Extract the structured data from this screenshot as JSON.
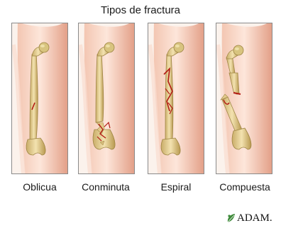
{
  "title": "Tipos de fractura",
  "fracture_types": [
    {
      "label": "Oblicua"
    },
    {
      "label": "Conminuta"
    },
    {
      "label": "Espiral"
    },
    {
      "label": "Compuesta"
    }
  ],
  "logo": {
    "text": "ADAM.",
    "mark_icon": "adam-leaf-icon"
  },
  "colors": {
    "skin_light": "#fde8dc",
    "skin_shadow": "#e7a58d",
    "bone": "#ecd9a3",
    "bone_shadow": "#b59853",
    "fracture_blood": "#b31a14",
    "panel_border": "#8a8a8a",
    "logo_green": "#3e8a3a"
  }
}
